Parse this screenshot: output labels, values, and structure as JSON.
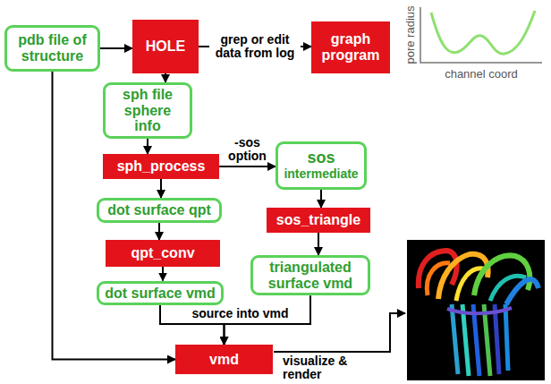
{
  "diagram": {
    "nodes": [
      {
        "text": [
          "pdb file of structure"
        ]
      },
      {
        "text": [
          "HOLE"
        ]
      },
      {
        "text": [
          "graph program"
        ]
      },
      {
        "text": [
          "sph file sphere info"
        ]
      },
      {
        "text": [
          "sph_process"
        ]
      },
      {
        "text": [
          "sos",
          "intermediate"
        ]
      },
      {
        "text": [
          "dot surface qpt"
        ]
      },
      {
        "text": [
          "sos_triangle"
        ]
      },
      {
        "text": [
          "qpt_conv"
        ]
      },
      {
        "text": [
          "triangulated surface vmd"
        ]
      },
      {
        "text": [
          "dot surface vmd"
        ]
      },
      {
        "text": [
          "vmd"
        ]
      }
    ],
    "edges": [
      {
        "from": 0,
        "to": 1,
        "arrow": "to"
      },
      {
        "from": 1,
        "to": 2,
        "label": "grep or edit data from log",
        "arrow": "to"
      },
      {
        "from": 1,
        "to": 3,
        "arrow": "to"
      },
      {
        "from": 3,
        "to": 4,
        "arrow": "to"
      },
      {
        "from": 4,
        "to": 5,
        "label": "-sos option",
        "arrow": "to"
      },
      {
        "from": 4,
        "to": 6,
        "arrow": "to"
      },
      {
        "from": 6,
        "to": 8,
        "arrow": "to"
      },
      {
        "from": 8,
        "to": 10,
        "arrow": "to"
      },
      {
        "from": 5,
        "to": 7,
        "arrow": "to"
      },
      {
        "from": 7,
        "to": 9,
        "arrow": "to"
      },
      {
        "from": 10,
        "to": 11,
        "label": "source into vmd",
        "arrow": "to"
      },
      {
        "from": 9,
        "to": 11,
        "arrow": "to"
      },
      {
        "from": 0,
        "to": 11,
        "arrow": "to"
      }
    ],
    "labels": [
      "pore radius",
      "channel coord",
      "visualize & render"
    ]
  }
}
